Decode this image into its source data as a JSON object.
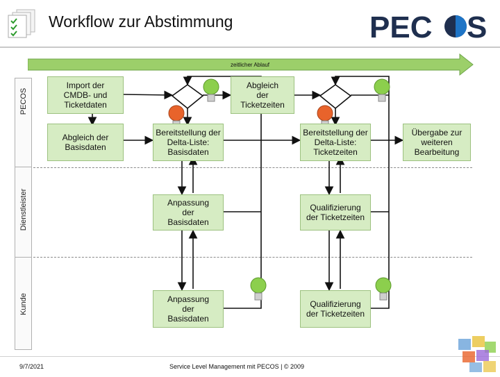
{
  "title": "Workflow zur Abstimmung",
  "logo_text": "PECOS",
  "timeline_label": "zeitlicher Ablauf",
  "lanes": {
    "pecos": "PECOS",
    "dienstleister": "Dienstleister",
    "kunde": "Kunde"
  },
  "boxes": {
    "import": "Import der CMDB- und Ticketdaten",
    "abgleich_basis": "Abgleich der Basisdaten",
    "abgleich_ticket": "Abgleich der Ticketzeiten",
    "bereit_basis": "Bereitstellung der Delta-Liste: Basisdaten",
    "bereit_ticket": "Bereitstellung der Delta-Liste: Ticketzeiten",
    "uebergabe": "Übergabe zur weiteren Bearbeitung",
    "anpassung_dl": "Anpassung der Basisdaten",
    "qualif_dl": "Qualifizierung der Ticketzeiten",
    "anpassung_kunde": "Anpassung der Basisdaten",
    "qualif_kunde": "Qualifizierung der Ticketzeiten"
  },
  "footer": {
    "date": "9/7/2021",
    "center": "Service Level Management mit PECOS | © 2009"
  },
  "colors": {
    "arrow": "#9ccf6a",
    "box_fill": "#d6ecc3",
    "box_border": "#9cc17f",
    "logo": "#1f2f4f",
    "logo_accent": "#1e74c6",
    "bulb_green": "#8ccf4d",
    "bulb_red": "#e8632b"
  }
}
